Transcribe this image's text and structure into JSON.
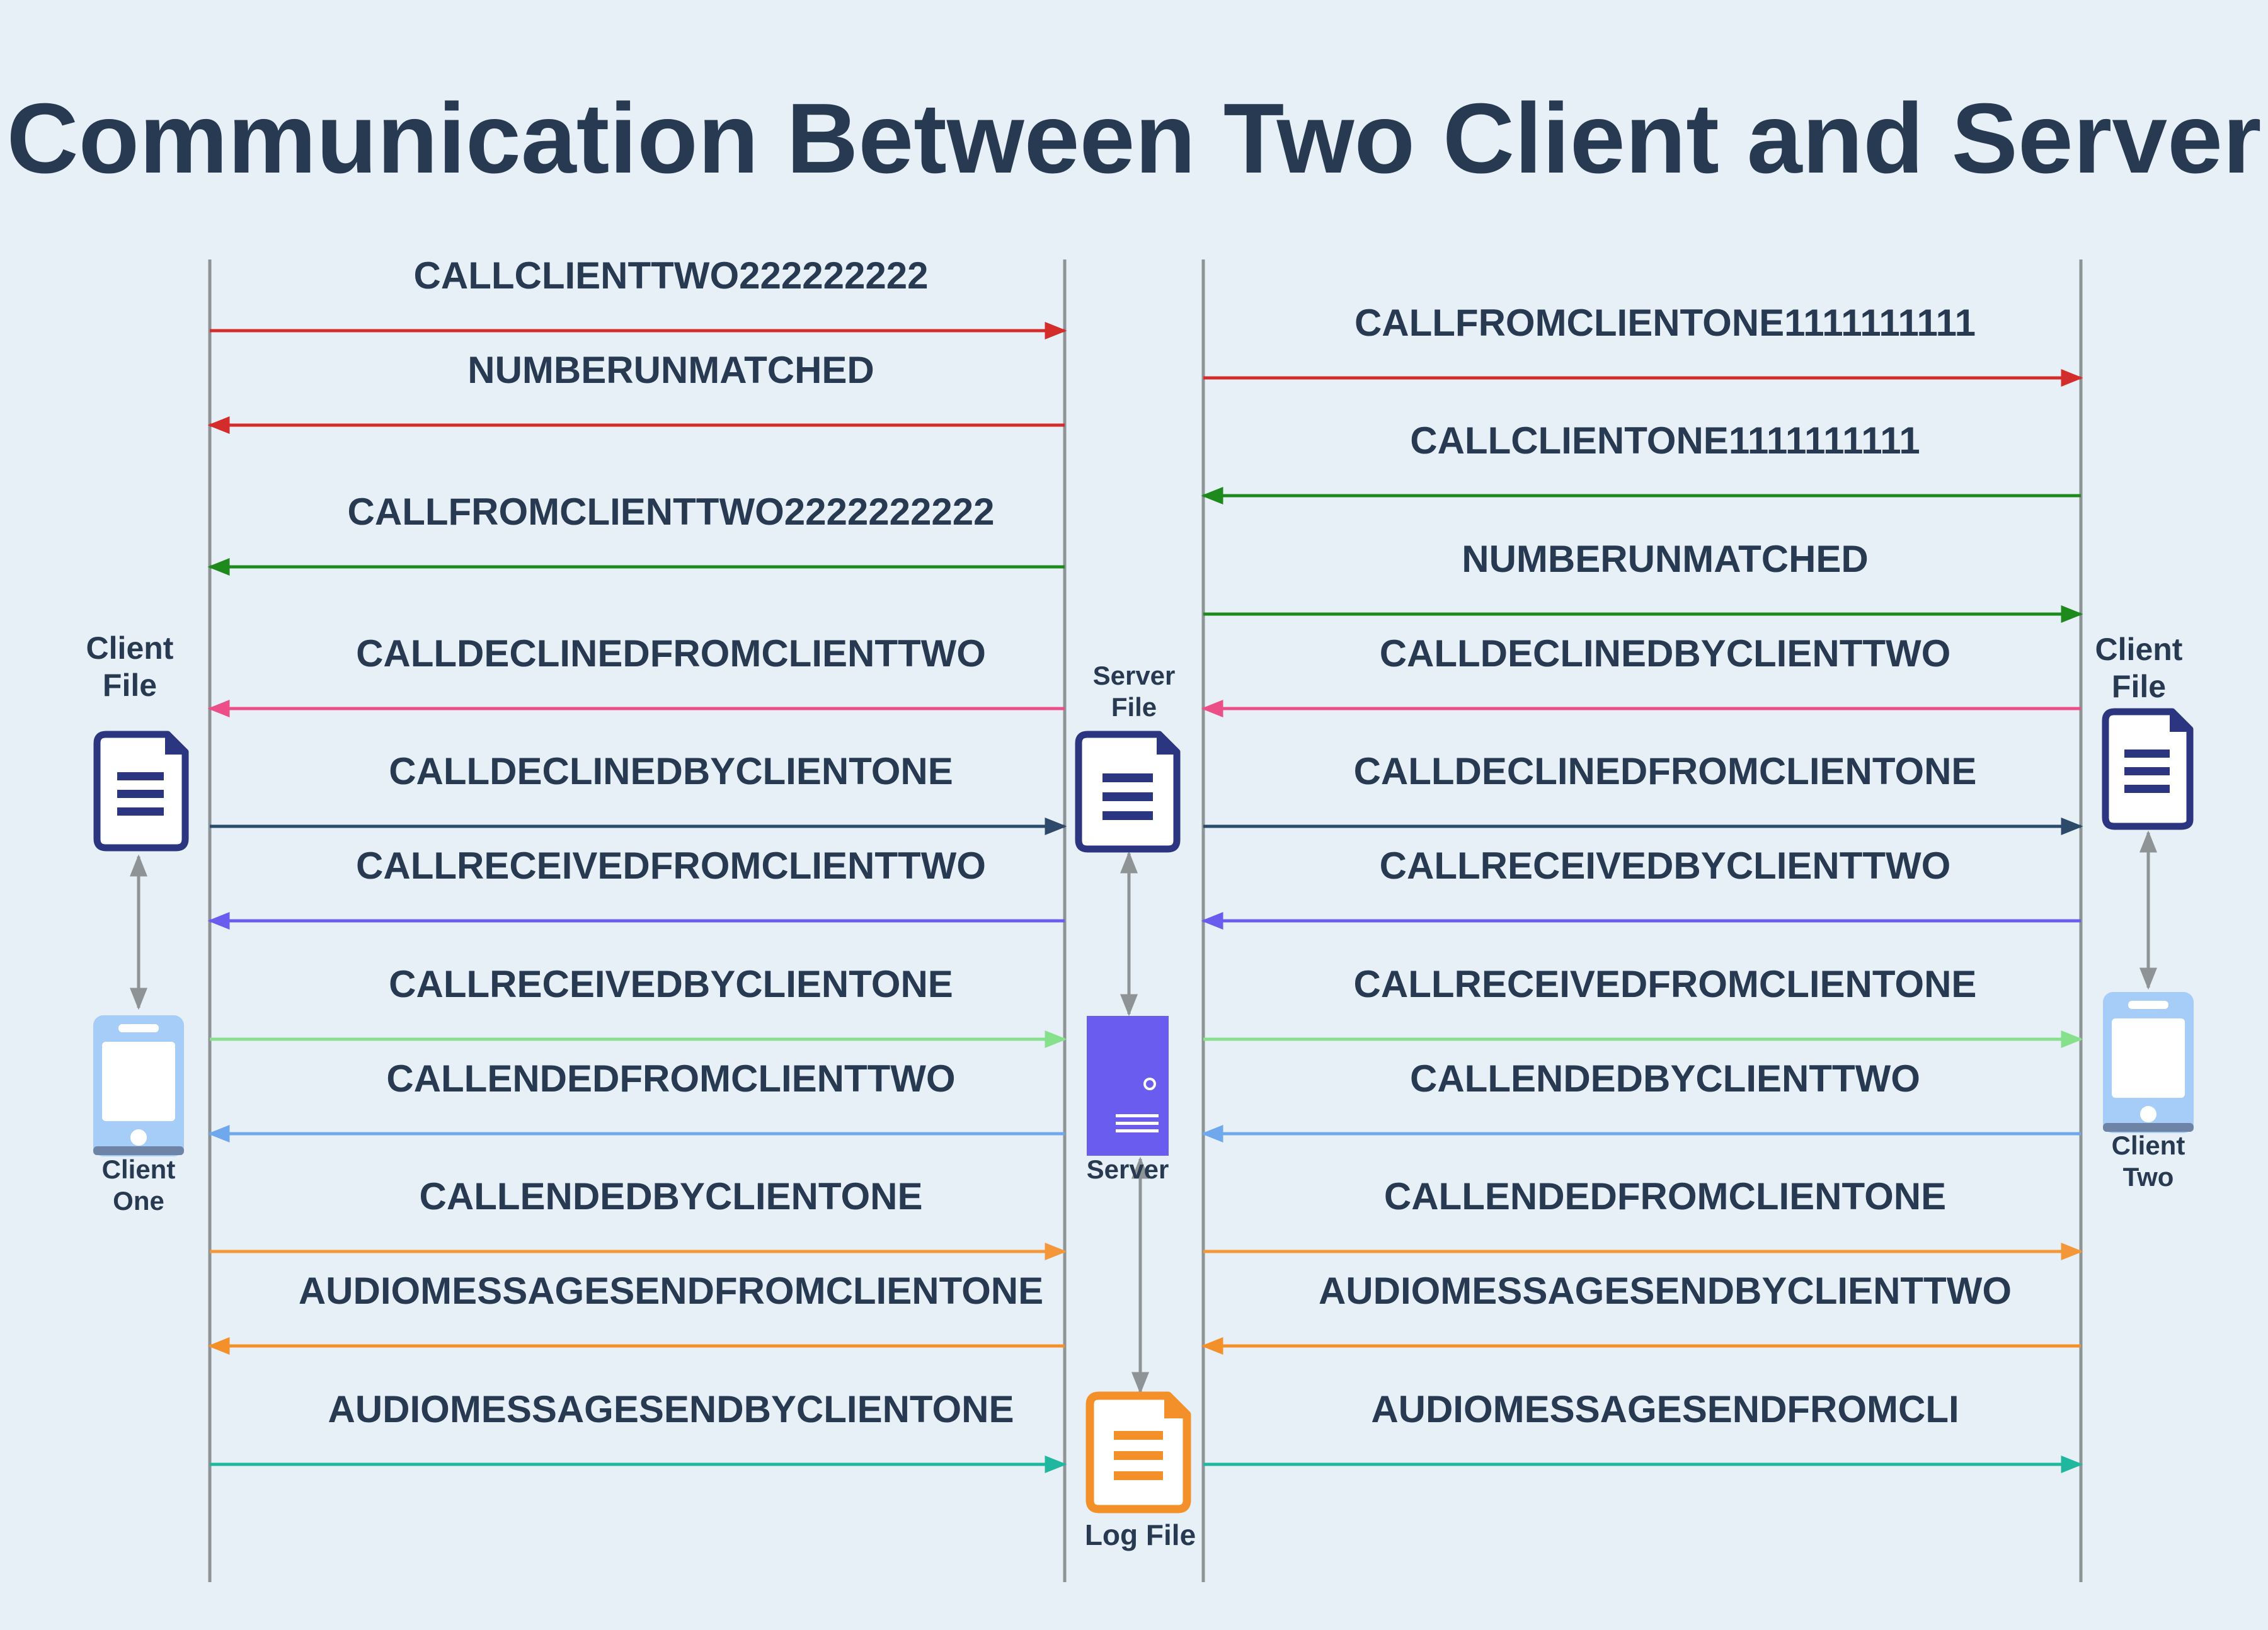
{
  "title": "Communication Between Two Client and Server",
  "nodes": {
    "client_one_file": {
      "line1": "Client",
      "line2": "File"
    },
    "server_file": {
      "line1": "Server",
      "line2": "File"
    },
    "client_two_file": {
      "line1": "Client",
      "line2": "File"
    },
    "client_one": {
      "line1": "Client",
      "line2": "One"
    },
    "server": {
      "line1": "Server"
    },
    "client_two": {
      "line1": "Client",
      "line2": "Two"
    },
    "log_file": {
      "line1": "Log File"
    }
  },
  "left_messages": [
    {
      "label": "CALLCLIENTTWO222222222",
      "direction": "to-server",
      "color": "#d42b2b"
    },
    {
      "label": "NUMBERUNMATCHED",
      "direction": "to-client",
      "color": "#d42b2b"
    },
    {
      "label": "CALLFROMCLIENTTWO2222222222",
      "direction": "to-client",
      "color": "#1e8a1e"
    },
    {
      "label": "CALLDECLINEDFROMCLIENTTWO",
      "direction": "to-client",
      "color": "#ec4f87"
    },
    {
      "label": "CALLDECLINEDBYCLIENTONE",
      "direction": "to-server",
      "color": "#2d4a6b"
    },
    {
      "label": "CALLRECEIVEDFROMCLIENTTWO",
      "direction": "to-client",
      "color": "#6b5cf0"
    },
    {
      "label": "CALLRECEIVEDBYCLIENTONE",
      "direction": "to-server",
      "color": "#86e08c"
    },
    {
      "label": "CALLENDEDFROMCLIENTTWO",
      "direction": "to-client",
      "color": "#6fa8ec"
    },
    {
      "label": "CALLENDEDBYCLIENTONE",
      "direction": "to-server",
      "color": "#f4963a"
    },
    {
      "label": "AUDIOMESSAGESENDFROMCLIENTONE",
      "direction": "to-client",
      "color": "#f4902a"
    },
    {
      "label": "AUDIOMESSAGESENDBYCLIENTONE",
      "direction": "to-server",
      "color": "#1fb89e"
    }
  ],
  "right_messages": [
    {
      "label": "CALLFROMCLIENTONE1111111111",
      "direction": "to-client",
      "color": "#d42b2b"
    },
    {
      "label": "CALLCLIENTONE1111111111",
      "direction": "to-server",
      "color": "#1e8a1e"
    },
    {
      "label": "NUMBERUNMATCHED",
      "direction": "to-client",
      "color": "#1e8a1e"
    },
    {
      "label": "CALLDECLINEDBYCLIENTTWO",
      "direction": "to-server",
      "color": "#ec4f87"
    },
    {
      "label": "CALLDECLINEDFROMCLIENTONE",
      "direction": "to-client",
      "color": "#2d4a6b"
    },
    {
      "label": "CALLRECEIVEDBYCLIENTTWO",
      "direction": "to-server",
      "color": "#6b5cf0"
    },
    {
      "label": "CALLRECEIVEDFROMCLIENTONE",
      "direction": "to-client",
      "color": "#86e08c"
    },
    {
      "label": "CALLENDEDBYCLIENTTWO",
      "direction": "to-server",
      "color": "#6fa8ec"
    },
    {
      "label": "CALLENDEDFROMCLIENTONE",
      "direction": "to-client",
      "color": "#f4963a"
    },
    {
      "label": "AUDIOMESSAGESENDBYCLIENTTWO",
      "direction": "to-server",
      "color": "#f4902a"
    },
    {
      "label": "AUDIOMESSAGESENDFROMCLI",
      "direction": "to-client",
      "color": "#1fb89e"
    }
  ],
  "colors": {
    "lifeline": "#8e9396",
    "connector": "#8e9396",
    "file_icon": "#2b3580",
    "phone_icon": "#a6cdf8",
    "server_icon": "#6b5cf0",
    "log_icon": "#f4902a"
  }
}
